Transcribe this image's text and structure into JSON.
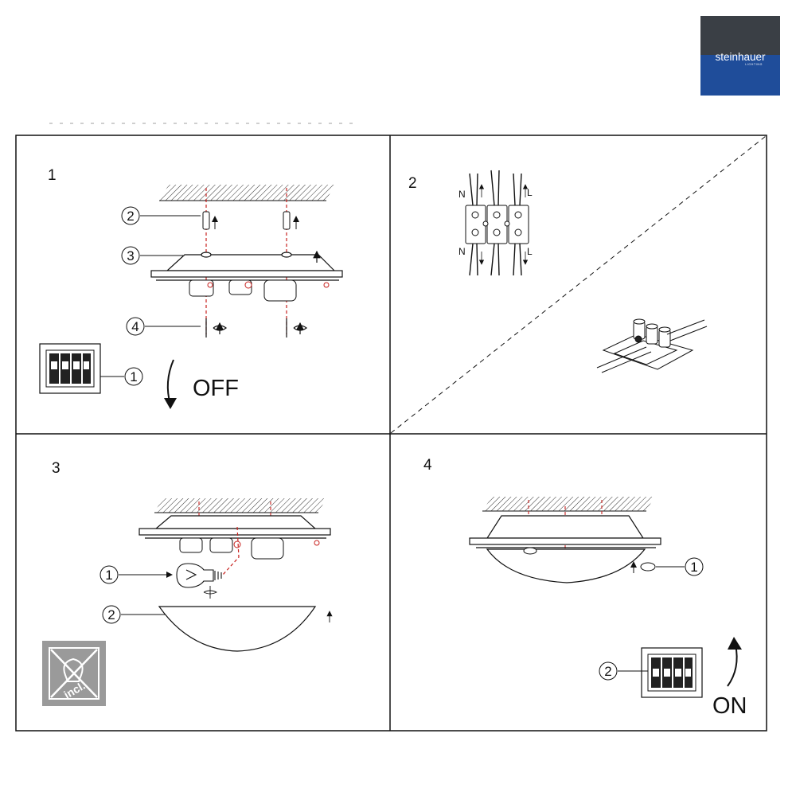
{
  "brand": {
    "name": "steinhauer",
    "tagline": "LIGHTING",
    "colors": {
      "top": "#3a3f45",
      "bottom": "#1f4d9a"
    }
  },
  "steps": [
    {
      "number": "1",
      "callouts": [
        "2",
        "3",
        "4",
        "1"
      ],
      "action_label": "OFF"
    },
    {
      "number": "2",
      "wire_labels": [
        "N",
        "L",
        "N",
        "L"
      ]
    },
    {
      "number": "3",
      "callouts": [
        "1",
        "2"
      ],
      "badge_text": "incl."
    },
    {
      "number": "4",
      "callouts": [
        "1",
        "2"
      ],
      "action_label": "ON"
    }
  ],
  "colors": {
    "line": "#111111",
    "accent_red": "#c8211e",
    "badge_grey": "#9a9a9a"
  },
  "icons": [
    "screw-anchor-icon",
    "screw-icon",
    "switch-icon",
    "light-bulb-icon",
    "terminal-block-icon",
    "arrow-off-icon",
    "arrow-on-icon",
    "bulb-not-included-icon"
  ]
}
